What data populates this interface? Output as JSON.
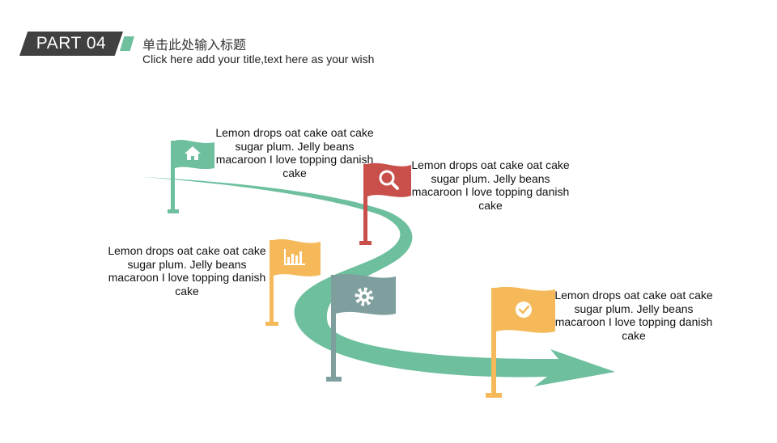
{
  "header": {
    "part_label": "PART 04",
    "title_cn": "单击此处输入标题",
    "title_en": "Click here add your title,text here as your wish"
  },
  "colors": {
    "path_green": "#6dbf9e",
    "flag_home": "#6dbf9e",
    "flag_search": "#c9504a",
    "flag_chart": "#f5b95a",
    "flag_gear": "#7f9e9e",
    "flag_check": "#f5b95a",
    "dark": "#404040"
  },
  "flags": [
    {
      "icon": "home-icon",
      "text": "Lemon drops oat cake oat cake sugar plum. Jelly beans macaroon I love topping danish cake"
    },
    {
      "icon": "search-icon",
      "text": "Lemon drops oat cake oat cake sugar plum. Jelly beans macaroon I love topping danish cake"
    },
    {
      "icon": "bar-chart-icon",
      "text": "Lemon drops oat cake oat cake sugar plum. Jelly beans macaroon I love topping danish cake"
    },
    {
      "icon": "gear-icon"
    },
    {
      "icon": "check-icon",
      "text": "Lemon drops oat cake oat cake sugar plum. Jelly beans macaroon I love topping danish cake"
    }
  ]
}
